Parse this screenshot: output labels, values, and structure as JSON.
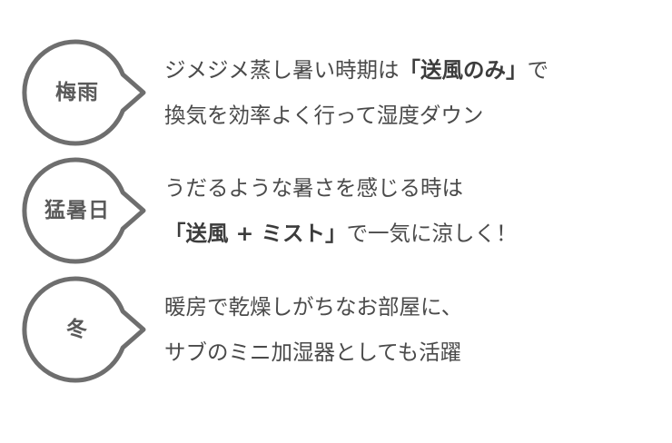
{
  "items": [
    {
      "label": "梅雨",
      "line1_pre": "ジメジメ蒸し暑い時期は",
      "line1_em": "「送風のみ」",
      "line1_post": "で",
      "line2_pre": "",
      "line2_em": "",
      "line2_post": "換気を効率よく行って湿度ダウン"
    },
    {
      "label": "猛暑日",
      "line1_pre": "うだるような暑さを感じる時は",
      "line1_em": "",
      "line1_post": "",
      "line2_pre": "",
      "line2_em": "「送風 + ミスト」",
      "line2_post": "で一気に涼しく！"
    },
    {
      "label": "冬",
      "line1_pre": "暖房で乾燥しがちなお部屋に、",
      "line1_em": "",
      "line1_post": "",
      "line2_pre": "",
      "line2_em": "",
      "line2_post": "サブのミニ加湿器としても活躍"
    }
  ],
  "colors": {
    "bubble_stroke": "#6e6e6e",
    "text": "#4a4a4a",
    "background": "#ffffff"
  }
}
